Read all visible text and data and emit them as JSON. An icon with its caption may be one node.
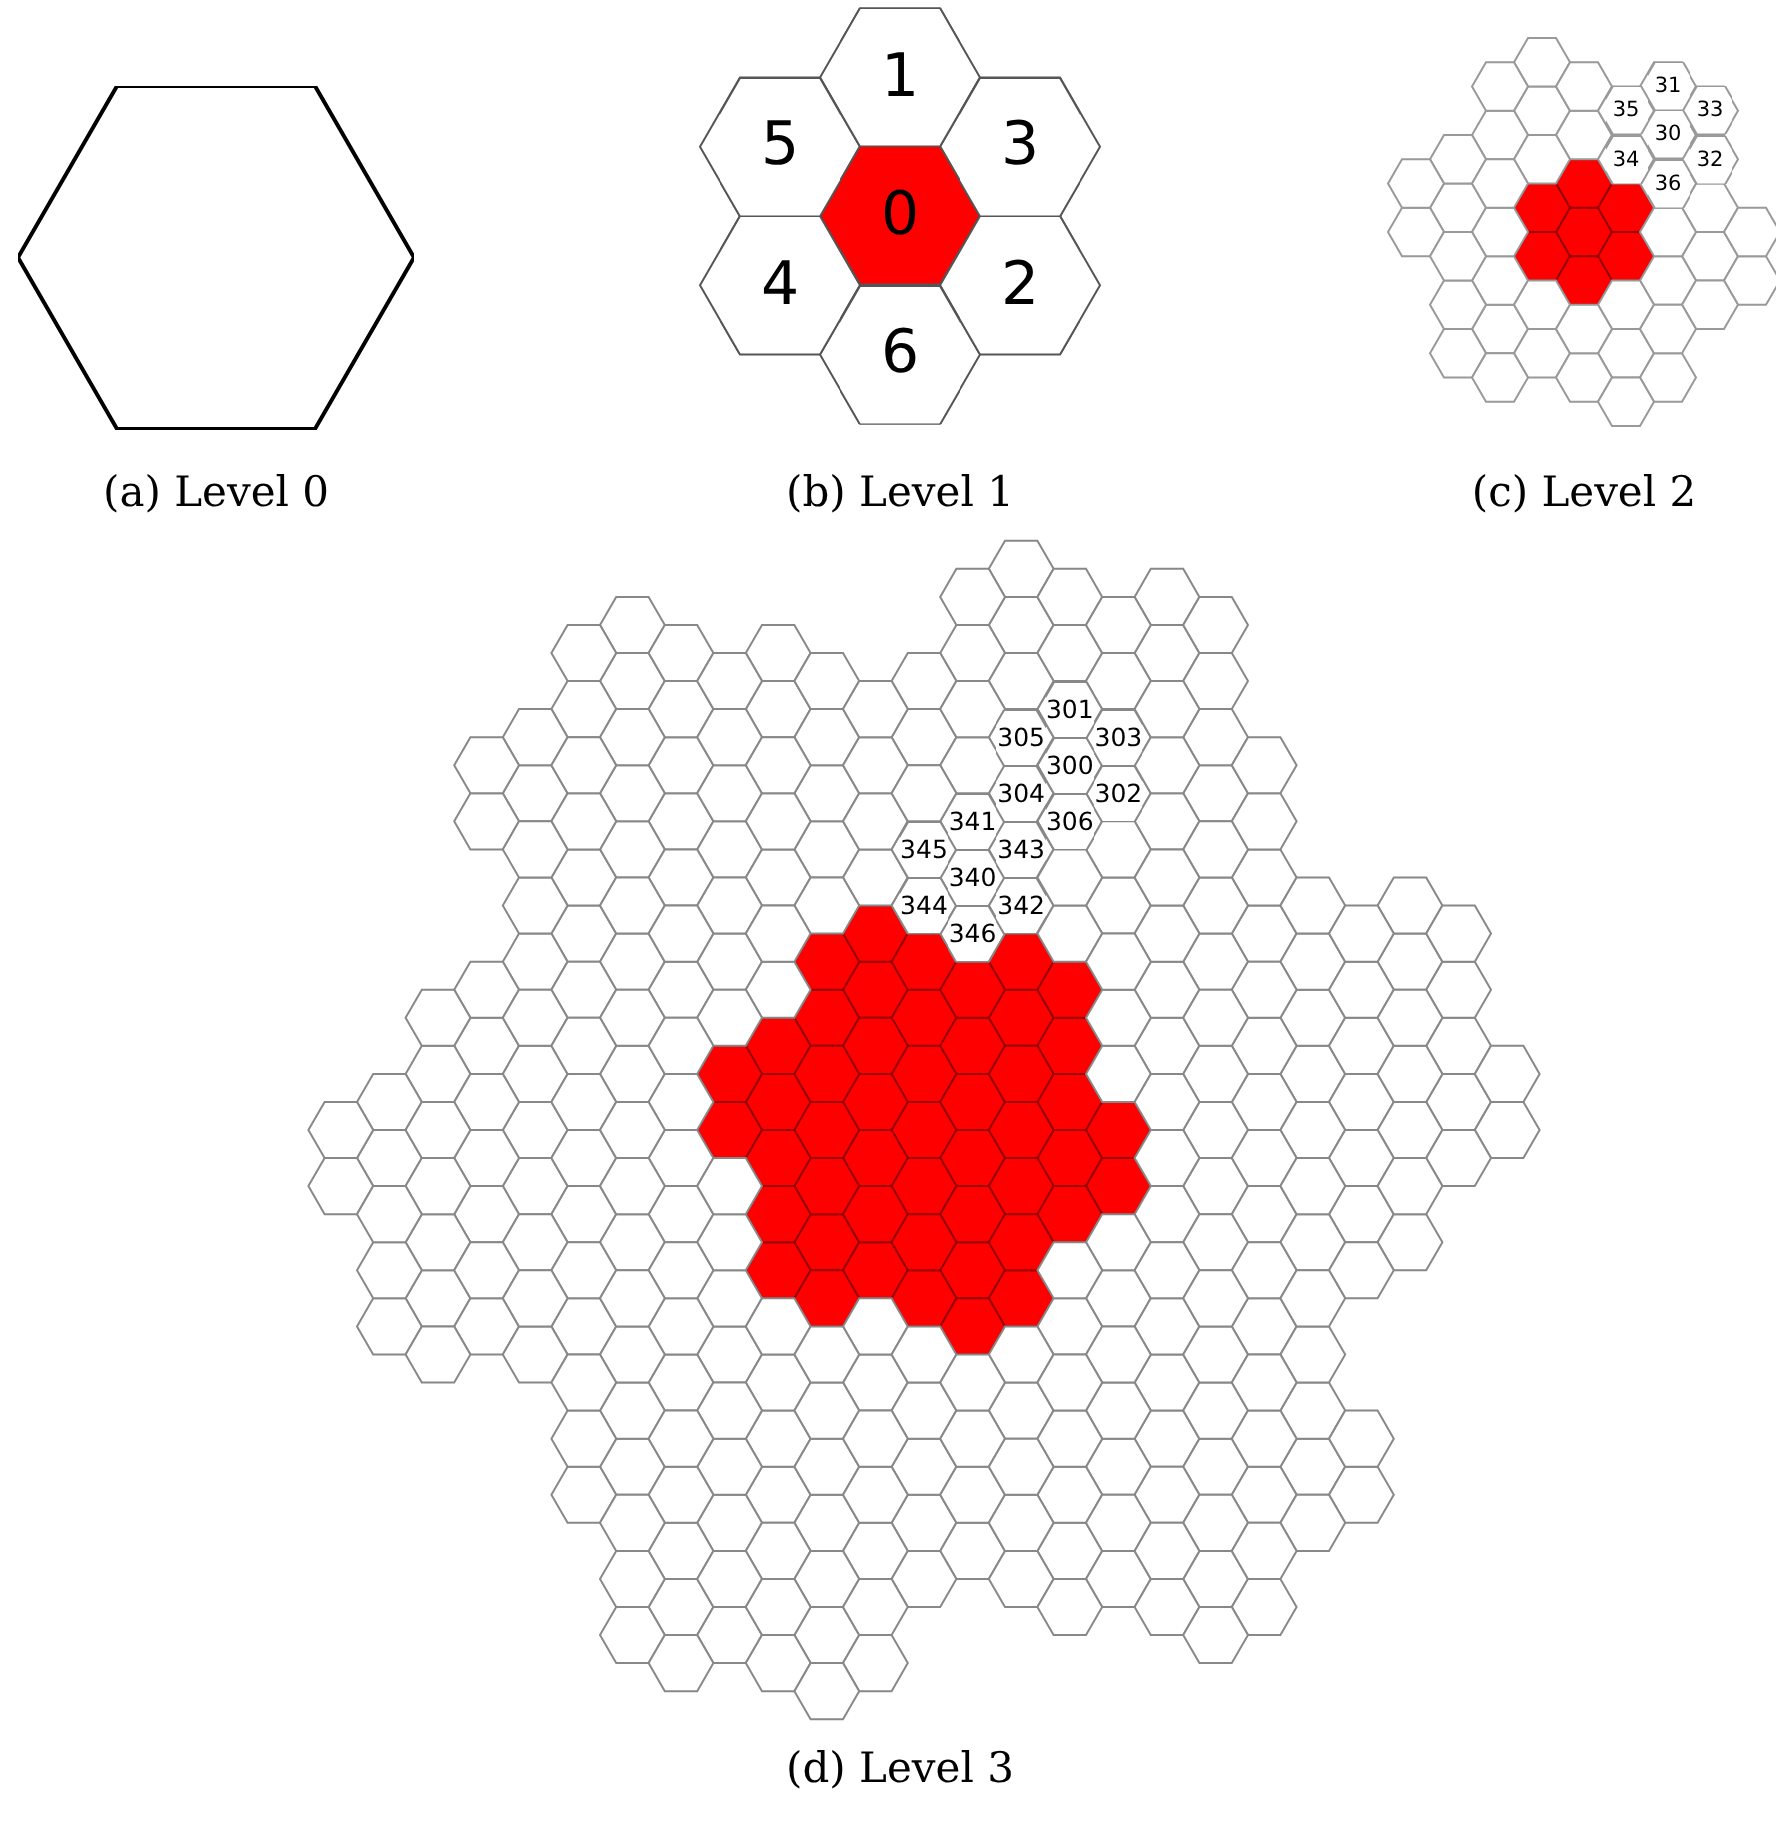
{
  "diagram": {
    "nodes": [
      {
        "text": [],
        "shape": "hexagon"
      },
      {
        "text": [
          "1"
        ]
      },
      {
        "text": [
          "5"
        ]
      },
      {
        "text": [
          "3"
        ]
      },
      {
        "text": [
          "0"
        ]
      },
      {
        "text": [
          "4"
        ]
      },
      {
        "text": [
          "2"
        ]
      },
      {
        "text": [
          "6"
        ]
      },
      {
        "text": [
          "31"
        ]
      },
      {
        "text": [
          "35"
        ]
      },
      {
        "text": [
          "33"
        ]
      },
      {
        "text": [
          "30"
        ]
      },
      {
        "text": [
          "34"
        ]
      },
      {
        "text": [
          "32"
        ]
      },
      {
        "text": [
          "36"
        ]
      },
      {
        "text": [
          "301"
        ]
      },
      {
        "text": [
          "305"
        ]
      },
      {
        "text": [
          "303"
        ]
      },
      {
        "text": [
          "300"
        ]
      },
      {
        "text": [
          "304"
        ]
      },
      {
        "text": [
          "302"
        ]
      },
      {
        "text": [
          "306"
        ]
      },
      {
        "text": [
          "341"
        ]
      },
      {
        "text": [
          "345"
        ]
      },
      {
        "text": [
          "343"
        ]
      },
      {
        "text": [
          "340"
        ]
      },
      {
        "text": [
          "344"
        ]
      },
      {
        "text": [
          "342"
        ]
      },
      {
        "text": [
          "346"
        ]
      }
    ],
    "labels": [
      "(a) Level 0",
      "(b) Level 1",
      "(c) Level 2",
      "(d) Level 3"
    ]
  }
}
